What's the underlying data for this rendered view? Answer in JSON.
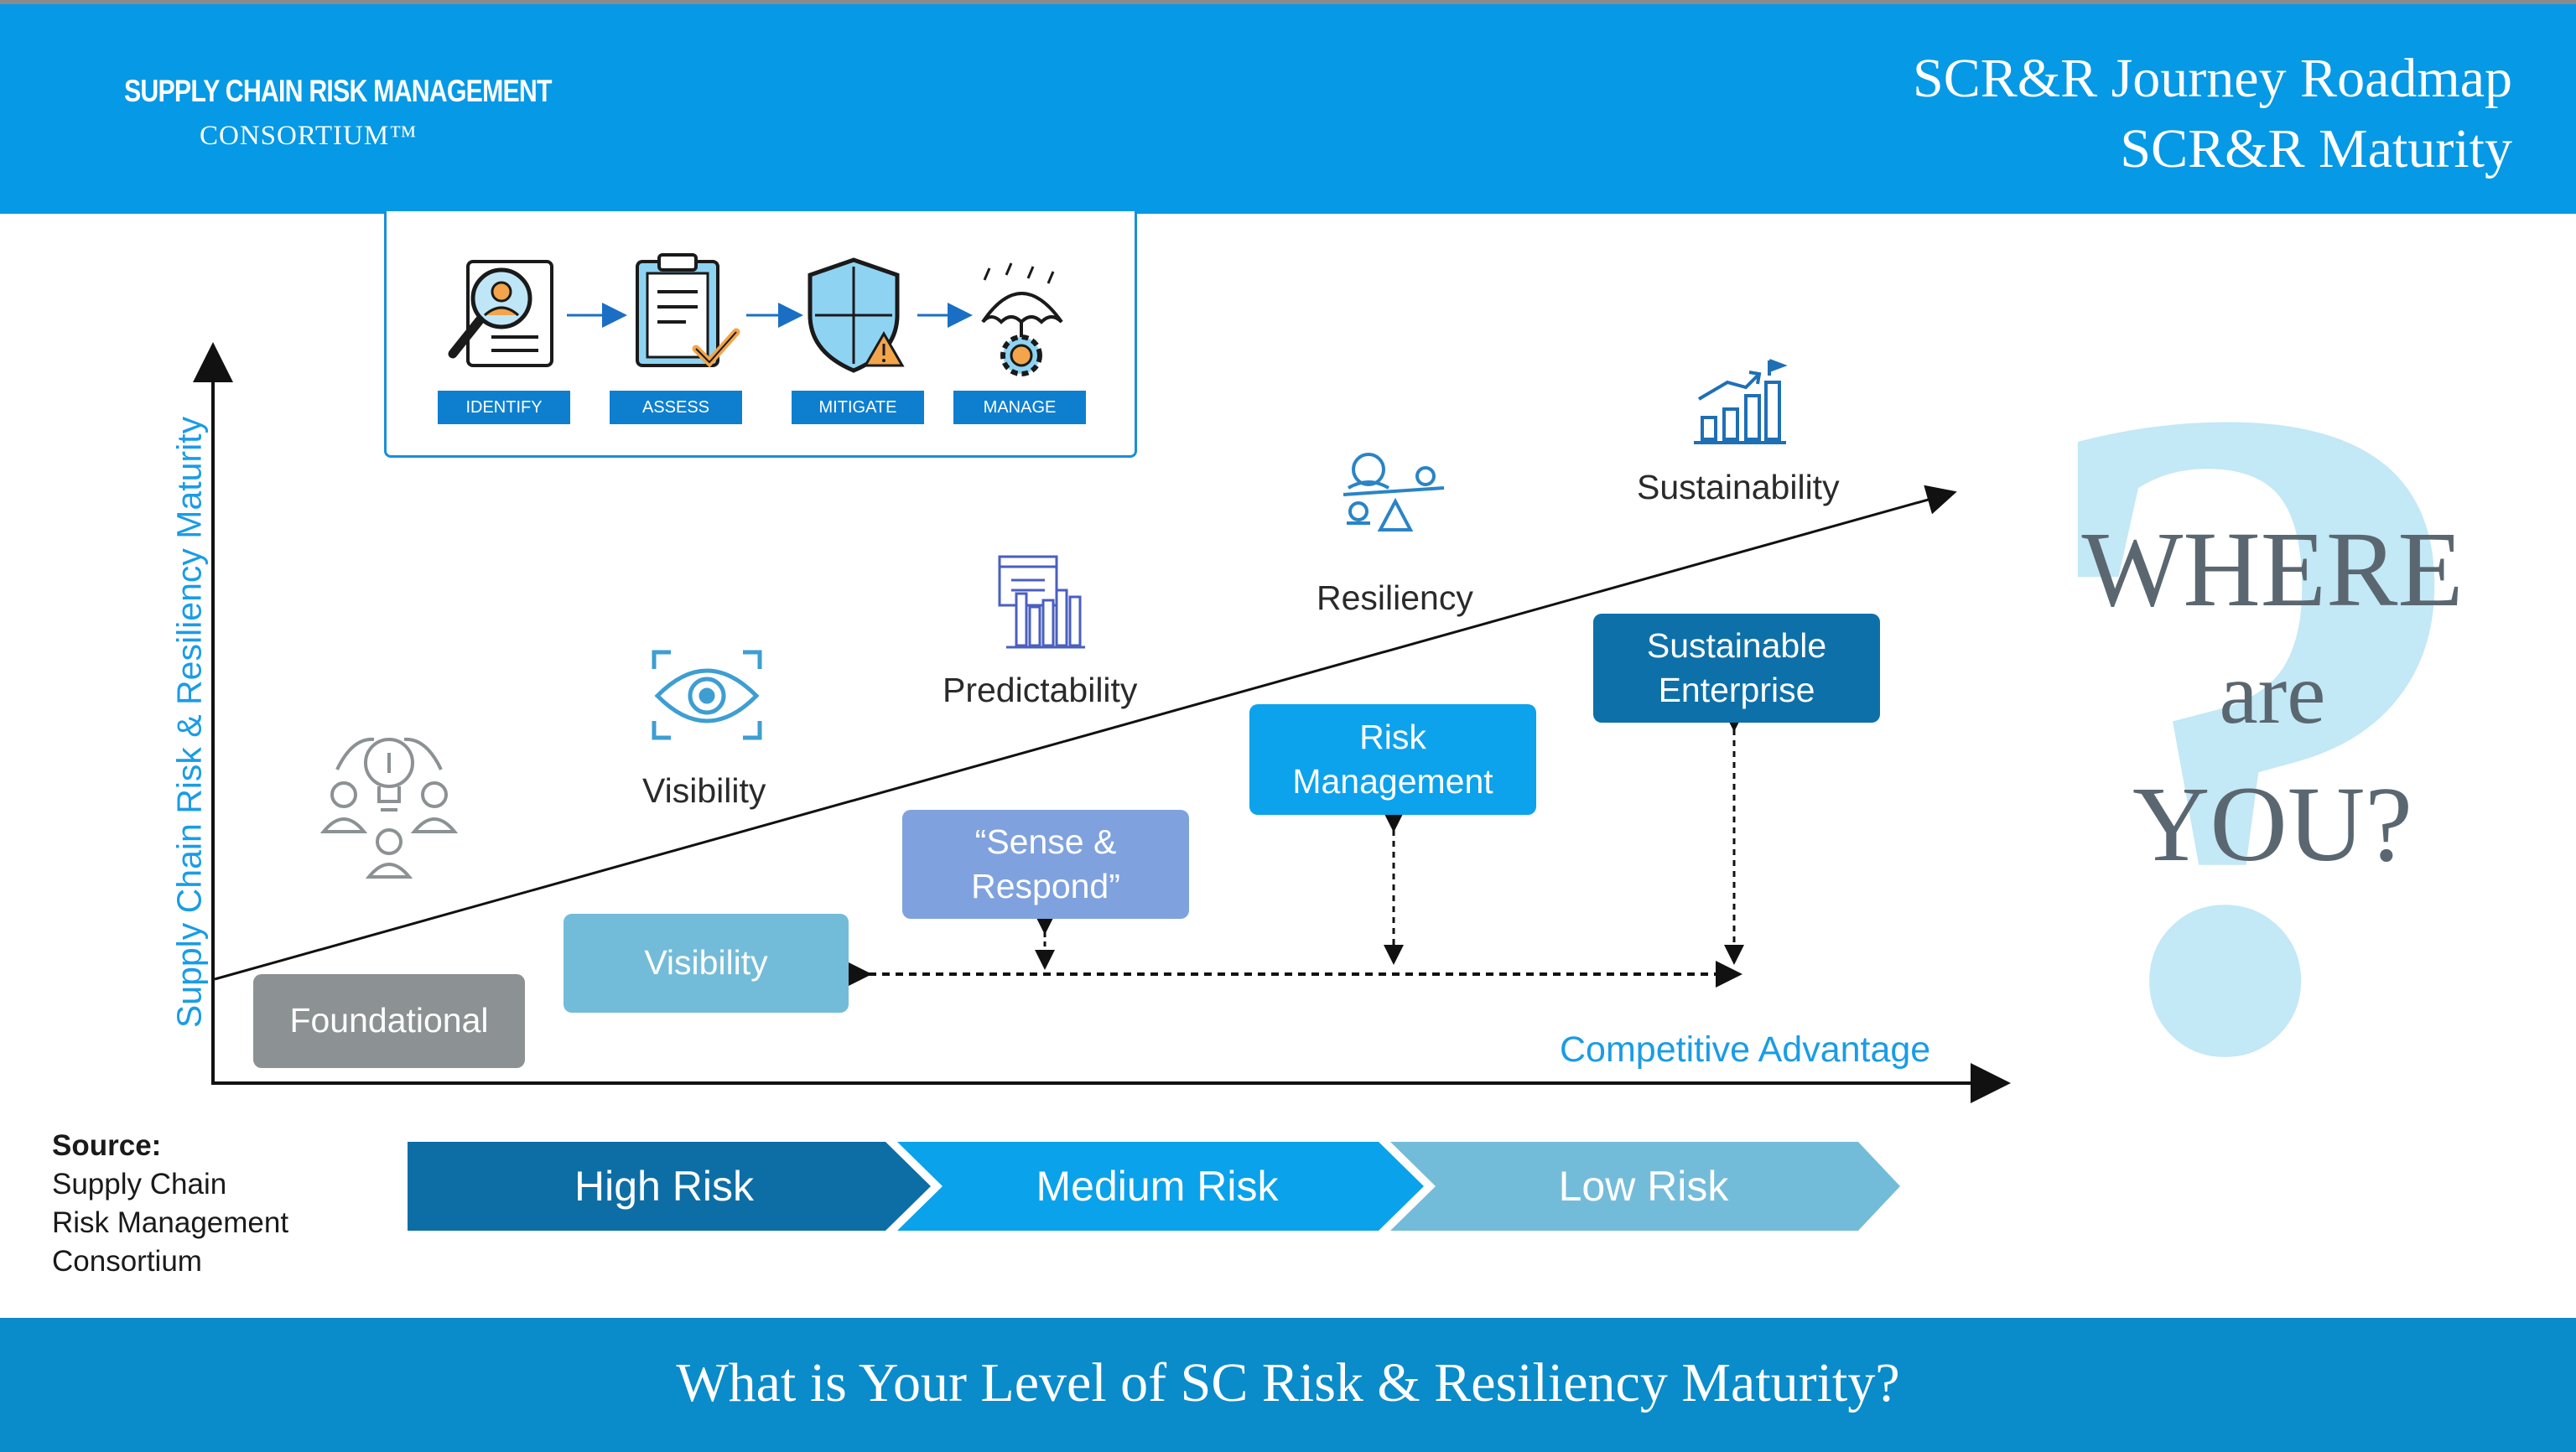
{
  "header": {
    "logo_line1": "SUPPLY CHAIN RISK MANAGEMENT",
    "logo_line2": "CONSORTIUM™",
    "title_line1": "SCR&R Journey Roadmap",
    "title_line2": "SCR&R Maturity",
    "background_color": "#0599e6"
  },
  "process": {
    "steps": [
      {
        "label": "IDENTIFY",
        "icon": "magnifier-document-icon"
      },
      {
        "label": "ASSESS",
        "icon": "clipboard-checklist-icon"
      },
      {
        "label": "MITIGATE",
        "icon": "shield-warning-icon"
      },
      {
        "label": "MANAGE",
        "icon": "umbrella-gear-icon"
      }
    ]
  },
  "axes": {
    "y_label": "Supply Chain Risk & Resiliency Maturity",
    "x_label": "Competitive Advantage"
  },
  "capabilities": [
    {
      "label": "",
      "icon": "lightbulb-team-icon"
    },
    {
      "label": "Visibility",
      "icon": "eye-icon"
    },
    {
      "label": "Predictability",
      "icon": "dashboard-chart-icon"
    },
    {
      "label": "Resiliency",
      "icon": "balance-icon"
    },
    {
      "label": "Sustainability",
      "icon": "growth-chart-icon"
    }
  ],
  "levels": [
    {
      "label": "Foundational",
      "color": "#8c9193"
    },
    {
      "label": "Visibility",
      "color": "#73bcd9"
    },
    {
      "label": "“Sense & Respond”",
      "color": "#7fa2de"
    },
    {
      "label": "Risk Management",
      "color": "#0da2ec"
    },
    {
      "label": "Sustainable Enterprise",
      "color": "#0e70a8"
    }
  ],
  "risk_bands": [
    {
      "label": "High Risk",
      "color": "#0d6ea5"
    },
    {
      "label": "Medium Risk",
      "color": "#0aa2ea"
    },
    {
      "label": "Low Risk",
      "color": "#73bcd9"
    }
  ],
  "source": {
    "heading": "Source:",
    "line1": "Supply Chain",
    "line2": "Risk Management",
    "line3": "Consortium"
  },
  "callout": {
    "line1": "WHERE",
    "line2": "are",
    "line3": "YOU?",
    "question_mark": "?"
  },
  "footer": {
    "text": "What is Your Level of SC Risk & Resiliency Maturity?",
    "background_color": "#0a8bca"
  }
}
